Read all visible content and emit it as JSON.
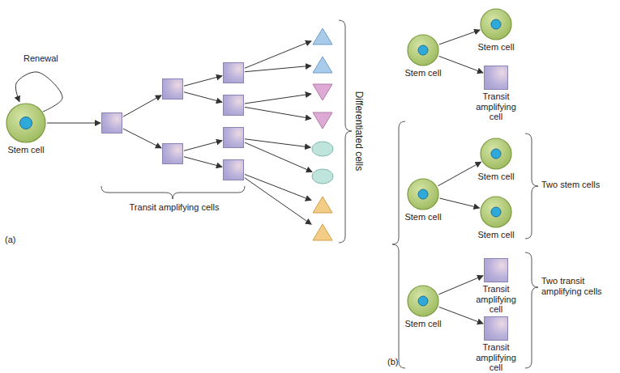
{
  "diagram": {
    "nodes": [
      {
        "text": [
          "Stem cell"
        ]
      },
      {
        "text": []
      },
      {
        "text": []
      },
      {
        "text": []
      },
      {
        "text": []
      },
      {
        "text": []
      },
      {
        "text": []
      },
      {
        "text": []
      },
      {
        "text": []
      },
      {
        "text": []
      },
      {
        "text": []
      },
      {
        "text": []
      },
      {
        "text": []
      },
      {
        "text": []
      },
      {
        "text": []
      },
      {
        "text": []
      },
      {
        "text": [
          "Stem cell"
        ]
      },
      {
        "text": [
          "Stem cell"
        ]
      },
      {
        "text": [
          "Transit amplifying cell"
        ]
      },
      {
        "text": [
          "Stem cell"
        ]
      },
      {
        "text": [
          "Stem cell"
        ]
      },
      {
        "text": [
          "Stem cell"
        ]
      },
      {
        "text": [
          "Stem cell"
        ]
      },
      {
        "text": [
          "Transit amplifying cell"
        ]
      },
      {
        "text": [
          "Transit amplifying cell"
        ]
      }
    ],
    "edges": [
      {
        "from": 0,
        "to": 1,
        "arrow": "to"
      },
      {
        "from": 0,
        "to": 0,
        "arrow": "to",
        "label": "Renewal"
      },
      {
        "from": 1,
        "to": 2,
        "arrow": "to"
      },
      {
        "from": 1,
        "to": 3,
        "arrow": "to"
      },
      {
        "from": 2,
        "to": 4,
        "arrow": "to"
      },
      {
        "from": 2,
        "to": 5,
        "arrow": "to"
      },
      {
        "from": 3,
        "to": 6,
        "arrow": "to"
      },
      {
        "from": 3,
        "to": 7,
        "arrow": "to"
      },
      {
        "from": 4,
        "to": 8,
        "arrow": "to"
      },
      {
        "from": 4,
        "to": 9,
        "arrow": "to"
      },
      {
        "from": 5,
        "to": 10,
        "arrow": "to"
      },
      {
        "from": 5,
        "to": 11,
        "arrow": "to"
      },
      {
        "from": 6,
        "to": 12,
        "arrow": "to"
      },
      {
        "from": 6,
        "to": 13,
        "arrow": "to"
      },
      {
        "from": 7,
        "to": 14,
        "arrow": "to"
      },
      {
        "from": 7,
        "to": 15,
        "arrow": "to"
      },
      {
        "from": 16,
        "to": 17,
        "arrow": "to"
      },
      {
        "from": 16,
        "to": 18,
        "arrow": "to"
      },
      {
        "from": 19,
        "to": 20,
        "arrow": "to"
      },
      {
        "from": 19,
        "to": 21,
        "arrow": "to"
      },
      {
        "from": 22,
        "to": 23,
        "arrow": "to"
      },
      {
        "from": 22,
        "to": 24,
        "arrow": "to"
      }
    ],
    "labels": [
      "Transit amplifying cells",
      "Differentiated cells",
      "(a)",
      "Two stem cells",
      "Two transit amplifying cells",
      "(b)"
    ]
  }
}
